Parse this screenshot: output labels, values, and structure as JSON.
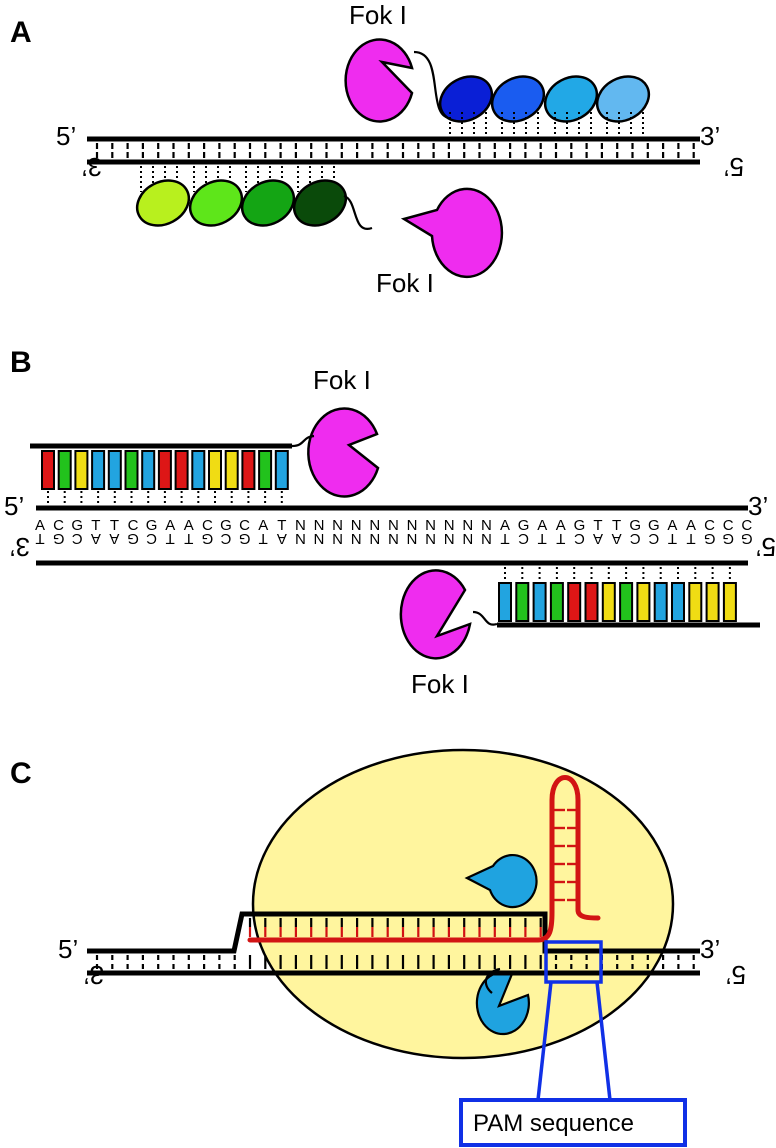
{
  "panels": {
    "a": {
      "letter": "A"
    },
    "b": {
      "letter": "B"
    },
    "c": {
      "letter": "C"
    }
  },
  "strand_labels": {
    "five_prime": "5’",
    "three_prime": "3’"
  },
  "nuclease_label": "Fok I",
  "pam_label": "PAM sequence",
  "panel_a": {
    "top_tale_colors": [
      "#0a1fd6",
      "#1a5cf0",
      "#22a8e6",
      "#62b8f0"
    ],
    "bottom_zf_colors": [
      "#b8f01e",
      "#5ee61a",
      "#14a514",
      "#0a4a0a"
    ]
  },
  "panel_b": {
    "top_sequence": "ACGTTCGAACGCATNNNNNNNNNNNAGAAGTTGGAACCC",
    "bottom_sequence": "TGCAAGCTTGCGTANNNNNNNNNNNTCTTCAACCTTGGG",
    "top_module_colors": [
      "#dd1616",
      "#22c21c",
      "#f0dc14",
      "#22a4e0",
      "#22a4e0",
      "#22c21c",
      "#22a4e0",
      "#dd1616",
      "#dd1616",
      "#22a4e0",
      "#f0dc14",
      "#f0dc14",
      "#dd1616",
      "#22c21c",
      "#22a4e0"
    ],
    "bottom_module_colors": [
      "#22a4e0",
      "#22c21c",
      "#22a4e0",
      "#22c21c",
      "#dd1616",
      "#dd1616",
      "#f0dc14",
      "#22c21c",
      "#f0dc14",
      "#22a4e0",
      "#22a4e0",
      "#f0dc14",
      "#f0dc14",
      "#f0dc14"
    ]
  },
  "colors": {
    "fok": "#ef2cef",
    "cas_lobe": "#1fa3e0",
    "cas_body": "#fff59e",
    "rna": "#d21414",
    "pam_box": "#1030e6"
  }
}
